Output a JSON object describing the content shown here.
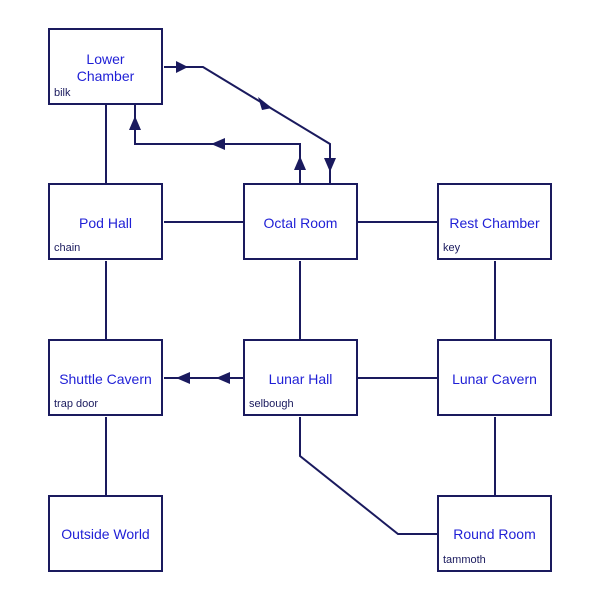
{
  "colors": {
    "line": "#1a1a5e",
    "room_name": "#1f1fd6",
    "item": "#1a1a5e"
  },
  "rooms": {
    "lower_chamber": {
      "name": "Lower Chamber",
      "item": "bilk"
    },
    "pod_hall": {
      "name": "Pod Hall",
      "item": "chain"
    },
    "octal_room": {
      "name": "Octal Room",
      "item": ""
    },
    "rest_chamber": {
      "name": "Rest Chamber",
      "item": "key"
    },
    "shuttle_cavern": {
      "name": "Shuttle Cavern",
      "item": "trap door"
    },
    "lunar_hall": {
      "name": "Lunar Hall",
      "item": "selbough"
    },
    "lunar_cavern": {
      "name": "Lunar Cavern",
      "item": ""
    },
    "outside_world": {
      "name": "Outside World",
      "item": ""
    },
    "round_room": {
      "name": "Round Room",
      "item": "tammoth"
    }
  }
}
